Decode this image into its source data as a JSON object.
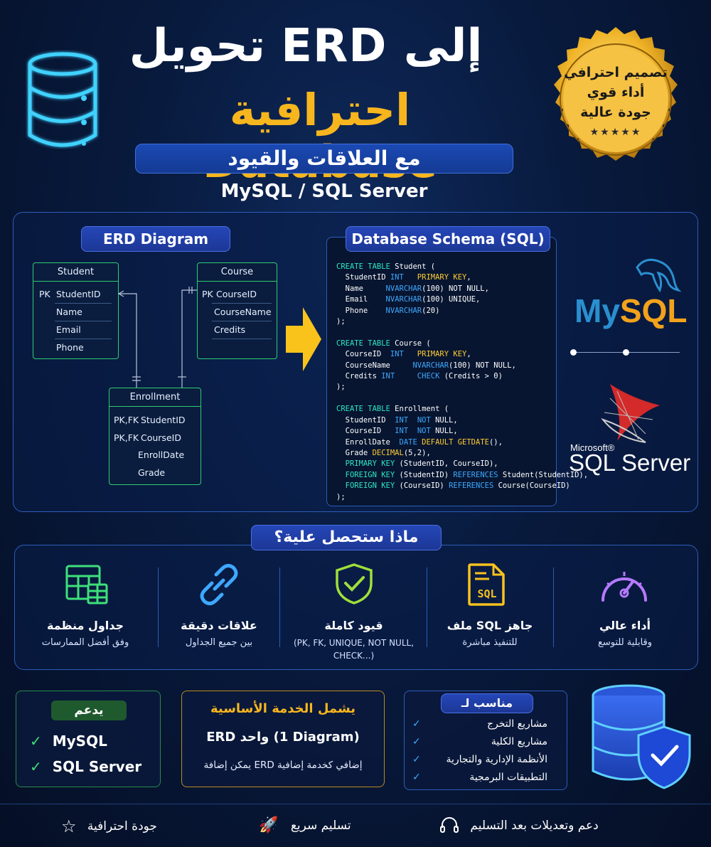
{
  "header": {
    "title_line1": "تحويل ERD إلى",
    "title_line2": "احترافية Database",
    "subtitle": "مع العلاقات والقيود",
    "platforms": "MySQL / SQL Server"
  },
  "seal": {
    "line1": "تصميم احترافي",
    "line2": "أداء قوي",
    "line3": "جودة عالية",
    "stars": "★★★★★"
  },
  "erd": {
    "heading": "ERD Diagram",
    "student": {
      "name": "Student",
      "pk": "PK",
      "fields": [
        "StudentID",
        "Name",
        "Email",
        "Phone"
      ]
    },
    "course": {
      "name": "Course",
      "pk": "PK",
      "fields": [
        "CourseID",
        "CourseName",
        "Credits"
      ]
    },
    "enrollment": {
      "name": "Enrollment",
      "keys": [
        "PK,FK",
        "PK,FK"
      ],
      "fields": [
        "StudentID",
        "CourseID",
        "EnrollDate",
        "Grade"
      ]
    }
  },
  "schema": {
    "heading": "Database Schema (SQL)"
  },
  "logos": {
    "mysql_my": "My",
    "mysql_sql": "SQL",
    "microsoft": "Microsoft®",
    "sql_server": "SQL Server"
  },
  "features": {
    "heading": "ماذا ستحصل علية؟",
    "items": [
      {
        "title": "جداول منظمة",
        "sub": "وفق أفضل الممارسات",
        "icon": "table-icon"
      },
      {
        "title": "علاقات دقيقة",
        "sub": "بين جميع الجداول",
        "icon": "link-icon"
      },
      {
        "title": "قيود كاملة",
        "sub": "(PK, FK, UNIQUE, NOT NULL, CHECK...)",
        "icon": "shield-check-icon"
      },
      {
        "title": "ملف SQL جاهز",
        "sub": "للتنفيذ مباشرة",
        "icon": "sql-file-icon"
      },
      {
        "title": "أداء عالي",
        "sub": "وقابلية للتوسع",
        "icon": "speedometer-icon"
      }
    ],
    "sql_badge": "SQL"
  },
  "supports": {
    "heading": "يدعم",
    "items": [
      "MySQL",
      "SQL Server"
    ]
  },
  "basic_service": {
    "heading": "يشمل الخدمة الأساسية",
    "main": "ERD واحد (1 Diagram)",
    "note": "يمكن إضافة ERD إضافي كخدمة إضافية"
  },
  "suitable": {
    "heading": "مناسب لـ",
    "items": [
      "مشاريع التخرج",
      "مشاريع الكلية",
      "الأنظمة الإدارية والتجارية",
      "التطبيقات البرمجية"
    ]
  },
  "footer": {
    "quality": "جودة احترافية",
    "delivery": "تسليم سريع",
    "support": "دعم وتعديلات بعد التسليم"
  },
  "colors": {
    "accent_gold": "#f7b51e",
    "accent_blue": "#1c3796",
    "green": "#2ecc71",
    "cyan": "#2ee6c2"
  }
}
